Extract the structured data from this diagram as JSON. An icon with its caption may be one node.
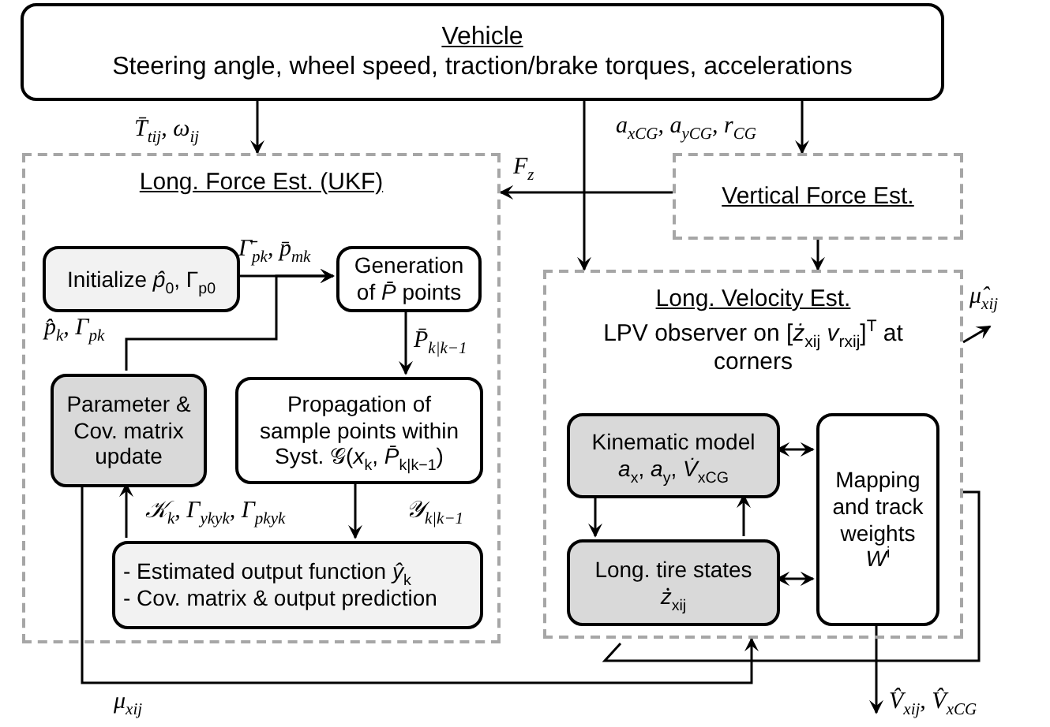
{
  "diagram": {
    "nodes": [
      {
        "text": [
          "Vehicle",
          "Steering angle, wheel speed, traction/brake torques, accelerations"
        ]
      },
      {
        "text": [
          "Long. Force Est. (UKF)"
        ]
      },
      {
        "text": [
          "Initialize *p̂*$_{0}$, Γ$_{p0}$"
        ],
        "in": 1
      },
      {
        "text": [
          "Generation of *P̄* points"
        ],
        "in": 1
      },
      {
        "text": [
          "Parameter & Cov. matrix update"
        ],
        "in": 1
      },
      {
        "text": [
          "Propagation of sample points within Syst. 𝒢(*x*$_{k}$, *P̄*$_{k|k−1}$)"
        ],
        "in": 1
      },
      {
        "text": [
          "- Estimated output function *ŷ*$_{k}$",
          "- Cov. matrix & output prediction"
        ],
        "in": 1
      },
      {
        "text": [
          "Vertical Force Est."
        ]
      },
      {
        "text": [
          "Long. Velocity Est.",
          "LPV observer on [*ż*$_{xij}$ *v*$_{rxij}$]$^{T}$ at corners"
        ]
      },
      {
        "text": [
          "Kinematic model",
          "*a*$_{x}$, *a*$_{y}$, *V̇*$_{xCG}$"
        ],
        "in": 8
      },
      {
        "text": [
          "Long. tire states",
          "*ż̇*$_{xij}$"
        ],
        "in": 8
      },
      {
        "text": [
          "Mapping and track weights",
          "*W*$^{i}$"
        ],
        "in": 8
      }
    ],
    "edges": [
      {
        "from": 0,
        "to": 1,
        "arrow": "to",
        "label": "T̄$_{tij}$, ω$_{ij}$"
      },
      {
        "from": 0,
        "to": 7,
        "arrow": "to",
        "label": "a$_{xCG}$, a$_{yCG}$, r$_{CG}$"
      },
      {
        "from": 0,
        "to": 8,
        "arrow": "to"
      },
      {
        "from": 7,
        "to": 1,
        "arrow": "to",
        "label": "F$_{z}$"
      },
      {
        "from": 7,
        "to": 8,
        "arrow": "to"
      },
      {
        "from": 2,
        "to": 3,
        "arrow": "to",
        "label": "Γ̄$_{pk}$, p̄$_{mk}$"
      },
      {
        "from": 4,
        "to": 3,
        "arrow": "to",
        "label": "p̂$_{k}$, Γ$_{pk}$"
      },
      {
        "from": 3,
        "to": 5,
        "arrow": "to",
        "label": "P̄$_{k|k−1}$"
      },
      {
        "from": 5,
        "to": 6,
        "arrow": "to",
        "label": "𝒴$_{k|k−1}$"
      },
      {
        "from": 6,
        "to": 4,
        "arrow": "to",
        "label": "𝒦$_{k}$, Γ$_{ykyk}$, Γ$_{pkyk}$"
      },
      {
        "from": 4,
        "to": 8,
        "arrow": "to",
        "label": "μ$_{xij}$"
      },
      {
        "from": 8,
        "to": null,
        "arrow": "to",
        "label": "μ̂$_{xij}$"
      },
      {
        "from": 8,
        "to": null,
        "arrow": "none"
      },
      {
        "from": 9,
        "to": 11,
        "arrow": "both"
      },
      {
        "from": 10,
        "to": 11,
        "arrow": "both"
      },
      {
        "from": 9,
        "to": 10,
        "arrow": "to"
      },
      {
        "from": 10,
        "to": 9,
        "arrow": "to"
      },
      {
        "from": 11,
        "to": null,
        "arrow": "to",
        "label": "V̂$_{xij}$, V̂$_{xCG}$"
      }
    ]
  }
}
